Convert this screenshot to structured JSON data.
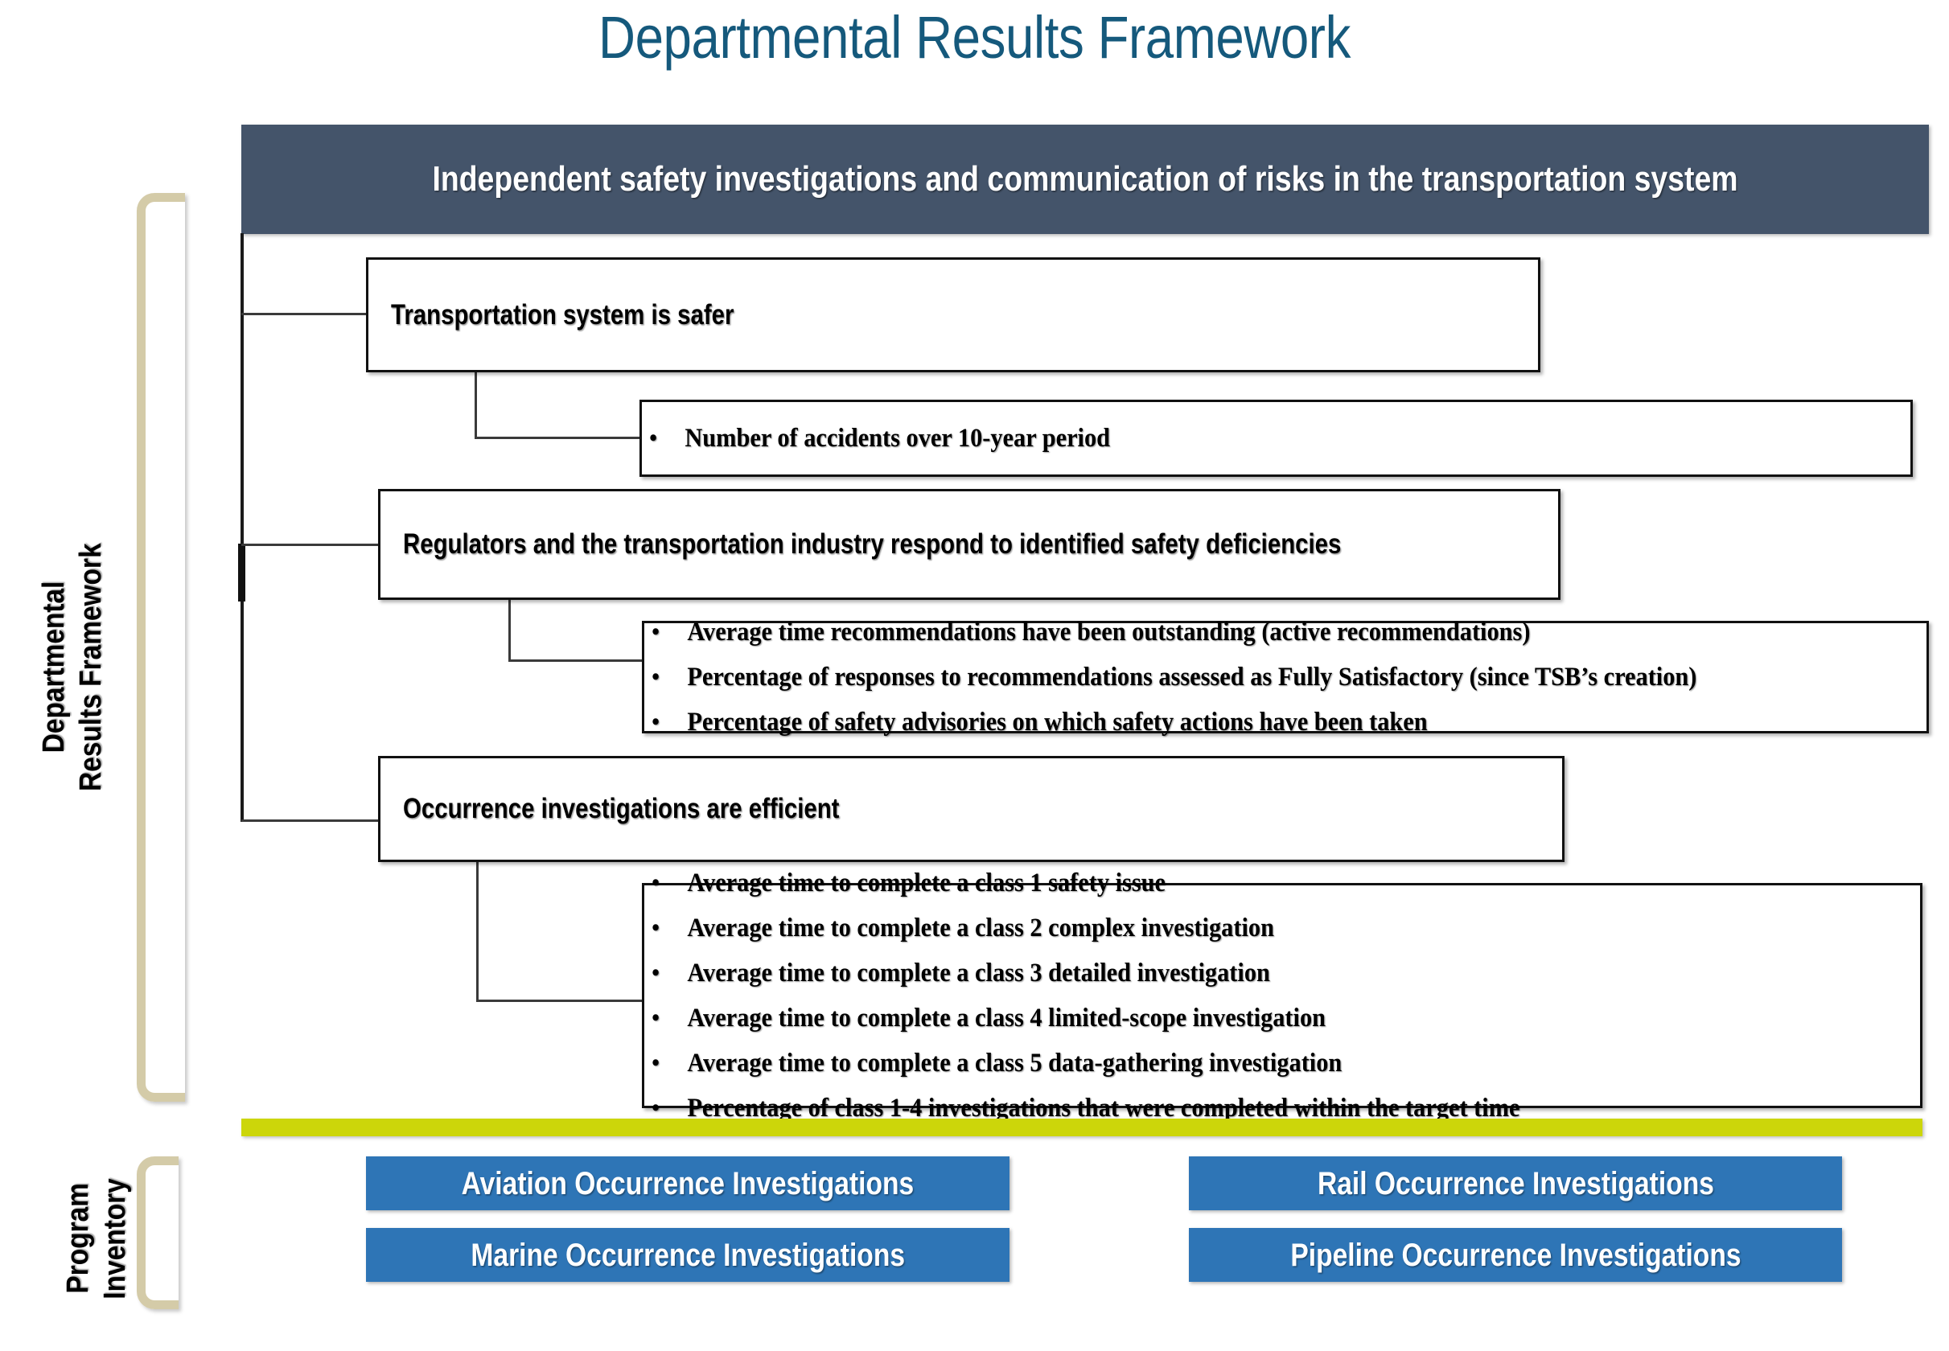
{
  "page": {
    "title": "Departmental Results Framework",
    "title_color": "#15597C",
    "background": "#FFFFFF"
  },
  "core_responsibility": {
    "label": "Independent safety investigations and communication of risks in the transportation system",
    "fill_color": "#44546A",
    "text_color": "#FFFFFF"
  },
  "side_labels": [
    {
      "name": "departmental-results-framework",
      "lines": [
        "Departmental",
        "Results Framework"
      ]
    },
    {
      "name": "program-inventory",
      "lines": [
        "Program",
        "Inventory"
      ]
    }
  ],
  "bracket_color": "#D4CBA8",
  "outcomes": [
    {
      "label": "Transportation system is safer",
      "indicators": [
        "Number of accidents over 10-year period"
      ]
    },
    {
      "label": "Regulators and the transportation industry respond to identified safety deficiencies",
      "indicators": [
        "Average time recommendations have been outstanding (active recommendations)",
        "Percentage of responses to recommendations assessed as Fully Satisfactory (since TSB’s creation)",
        "Percentage of safety advisories on which safety actions have been taken"
      ]
    },
    {
      "label": "Occurrence investigations are efficient",
      "indicators": [
        "Average time to complete a class 1 safety issue",
        "Average time to complete a class 2 complex investigation",
        "Average time to complete a class 3 detailed investigation",
        "Average time to complete a class 4 limited-scope investigation",
        "Average time to complete a class 5 data-gathering investigation",
        "Percentage of class 1-4 investigations that were completed within the target time"
      ]
    }
  ],
  "divider": {
    "name": "program-inventory-divider",
    "color": "#CCD60A"
  },
  "programs": {
    "button_color": "#2E75B6",
    "text_color": "#FFFFFF",
    "items": [
      {
        "label": "Aviation Occurrence Investigations"
      },
      {
        "label": "Rail Occurrence Investigations"
      },
      {
        "label": "Marine Occurrence Investigations"
      },
      {
        "label": "Pipeline Occurrence Investigations"
      }
    ]
  }
}
